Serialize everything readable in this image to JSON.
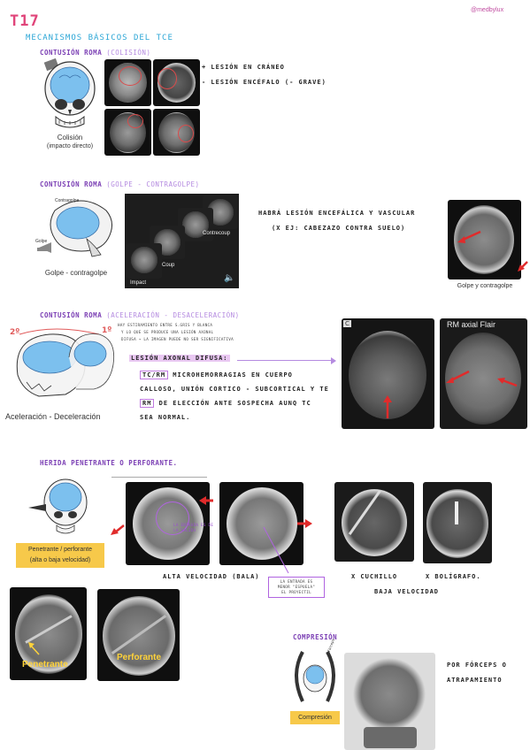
{
  "header": {
    "handle": "@medbylux",
    "title": "T17",
    "subtitle": "MECANISMOS BÁSICOS DEL TCE"
  },
  "s1": {
    "heading": "CONTUSIÓN ROMA",
    "heading_paren": "(COLISIÓN)",
    "caption_line1": "Colisión",
    "caption_line2": "(impacto directo)",
    "notes": [
      "+ LESIÓN EN CRÁNEO",
      "- LESIÓN ENCÉFALO (- GRAVE)"
    ]
  },
  "s2": {
    "heading": "CONTUSIÓN ROMA",
    "heading_paren": "(GOLPE - CONTRAGOLPE)",
    "diagram_label_top": "Contragolpe",
    "diagram_label_left": "Golpe",
    "caption": "Golpe - contragolpe",
    "stack_labels": [
      "Impact",
      "Coup",
      "Contrecoup"
    ],
    "notes": [
      "HABRÁ LESIÓN ENCEFÁLICA Y VASCULAR",
      "(X EJ: CABEZAZO CONTRA SUELO)"
    ],
    "ct_caption": "Golpe y contragolpe"
  },
  "s3": {
    "heading": "CONTUSIÓN ROMA",
    "heading_paren": "(ACELERACIÓN - DESACELERACIÓN)",
    "marker1": "2º",
    "marker2": "1º",
    "caption": "Aceleración - Deceleración",
    "tiny_notes": [
      "HAY ESTIRAMIENTO ENTRE S.GRIS Y BLANCA",
      "Y LO QUE SE PRODUCE UNA LESIÓN AXONAL",
      "DIFUSA → LA IMAGEN PUEDE NO SER SIGNIFICATIVA"
    ],
    "lad_title": "LESIÓN AXONAL DIFUSA:",
    "lad_line1_box": "TC/RM",
    "lad_line1_rest": "MICROHEMORRAGIAS EN CUERPO",
    "lad_line2": "CALLOSO, UNIÓN CORTICO - SUBCORTICAL Y TE",
    "lad_line3_box": "RM",
    "lad_line3_rest": "DE ELECCIÓN ANTE SOSPECHA AUNQ TC",
    "lad_line4": "SEA NORMAL.",
    "mri_tag": "C",
    "mri_caption": "RM axial Flair"
  },
  "s4": {
    "heading": "HERIDA PENETRANTE O PERFORANTE.",
    "badge_line1": "Penetrante / perforante",
    "badge_line2": "(alta o baja velocidad)",
    "callout1": "LA ENTRADA ES DE LA SALIDA",
    "callout2_line1": "LA ENTRADA ES",
    "callout2_line2": "MENOR \"ESPUELA\"",
    "callout2_line3": "EL PROYECTIL",
    "high_velocity": "ALTA VELOCIDAD (BALA)",
    "knife": "X CUCHILLO",
    "pen": "X BOLÍGRAFO.",
    "low_velocity": "BAJA VELOCIDAD",
    "label_penetrante": "Penetrante",
    "label_perforante": "Perforante"
  },
  "s5": {
    "heading": "COMPRESIÓN",
    "side_label": "Fórceps",
    "badge": "Compresión",
    "notes": [
      "POR FÓRCEPS O",
      "ATRAPAMIENTO"
    ]
  }
}
